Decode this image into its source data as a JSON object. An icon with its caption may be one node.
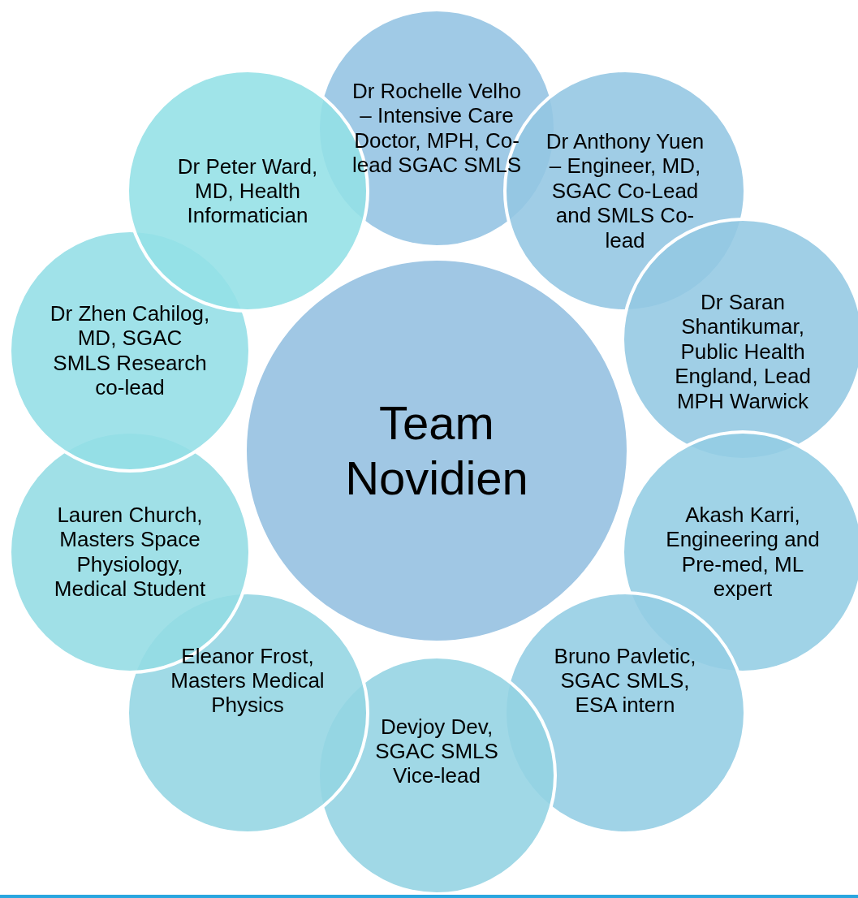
{
  "diagram": {
    "nodes": [
      {
        "text": [
          "Team Novidien"
        ]
      },
      {
        "text": [
          "Dr Rochelle Velho – Intensive Care Doctor, MPH, Co-lead SGAC SMLS"
        ]
      },
      {
        "text": [
          "Dr Anthony Yuen – Engineer, MD, SGAC Co-Lead and SMLS Co-lead"
        ]
      },
      {
        "text": [
          "Dr Saran Shantikumar, Public Health England, Lead MPH Warwick"
        ]
      },
      {
        "text": [
          "Akash Karri, Engineering and Pre-med, ML expert"
        ]
      },
      {
        "text": [
          "Bruno Pavletic, SGAC SMLS, ESA intern"
        ]
      },
      {
        "text": [
          "Devjoy Dev, SGAC SMLS Vice-lead"
        ]
      },
      {
        "text": [
          "Eleanor Frost, Masters Medical Physics"
        ]
      },
      {
        "text": [
          "Lauren Church, Masters Space Physiology, Medical Student"
        ]
      },
      {
        "text": [
          "Dr Zhen Cahilog, MD, SGAC SMLS Research co-lead"
        ]
      },
      {
        "text": [
          "Dr Peter Ward, MD, Health Informatician"
        ]
      }
    ]
  }
}
